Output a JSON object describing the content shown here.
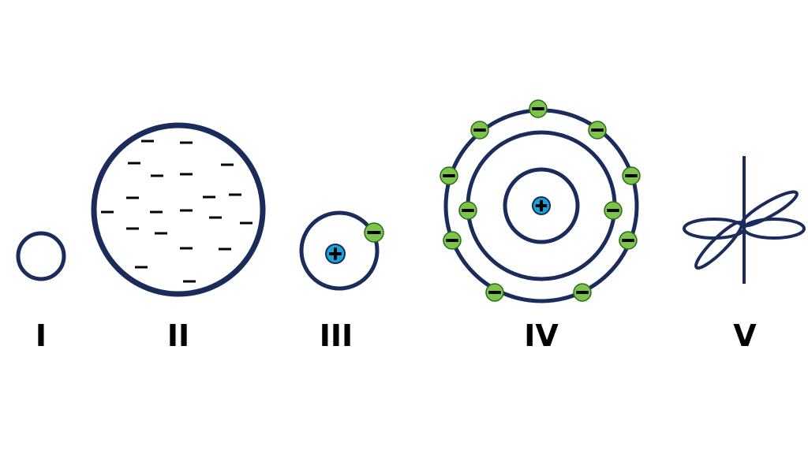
{
  "colors": {
    "line": "#1a2b5c",
    "electron_fill": "#7cc44a",
    "electron_stroke": "#2e6b1f",
    "nucleus_fill": "#1aa3d6",
    "sign": "#000000",
    "background": "#ffffff"
  },
  "models": [
    {
      "id": "I",
      "label": "I",
      "description": "solid-sphere"
    },
    {
      "id": "II",
      "label": "II",
      "description": "plum-pudding"
    },
    {
      "id": "III",
      "label": "III",
      "description": "nuclear"
    },
    {
      "id": "IV",
      "label": "IV",
      "description": "shell"
    },
    {
      "id": "V",
      "label": "V",
      "description": "orbital"
    }
  ],
  "signs": {
    "minus": "−",
    "plus": "+"
  }
}
